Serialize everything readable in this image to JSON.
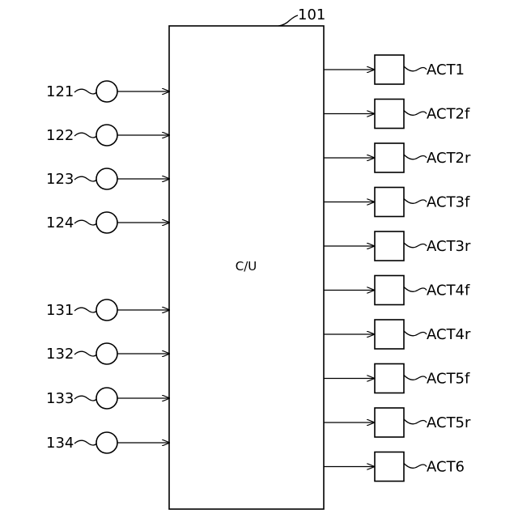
{
  "control_unit": {
    "ref": "101",
    "label": "C/U"
  },
  "inputs": [
    {
      "ref": "121"
    },
    {
      "ref": "122"
    },
    {
      "ref": "123"
    },
    {
      "ref": "124"
    },
    {
      "ref": "131"
    },
    {
      "ref": "132"
    },
    {
      "ref": "133"
    },
    {
      "ref": "134"
    }
  ],
  "outputs": [
    {
      "label": "ACT1"
    },
    {
      "label": "ACT2f"
    },
    {
      "label": "ACT2r"
    },
    {
      "label": "ACT3f"
    },
    {
      "label": "ACT3r"
    },
    {
      "label": "ACT4f"
    },
    {
      "label": "ACT4r"
    },
    {
      "label": "ACT5f"
    },
    {
      "label": "ACT5r"
    },
    {
      "label": "ACT6"
    }
  ]
}
